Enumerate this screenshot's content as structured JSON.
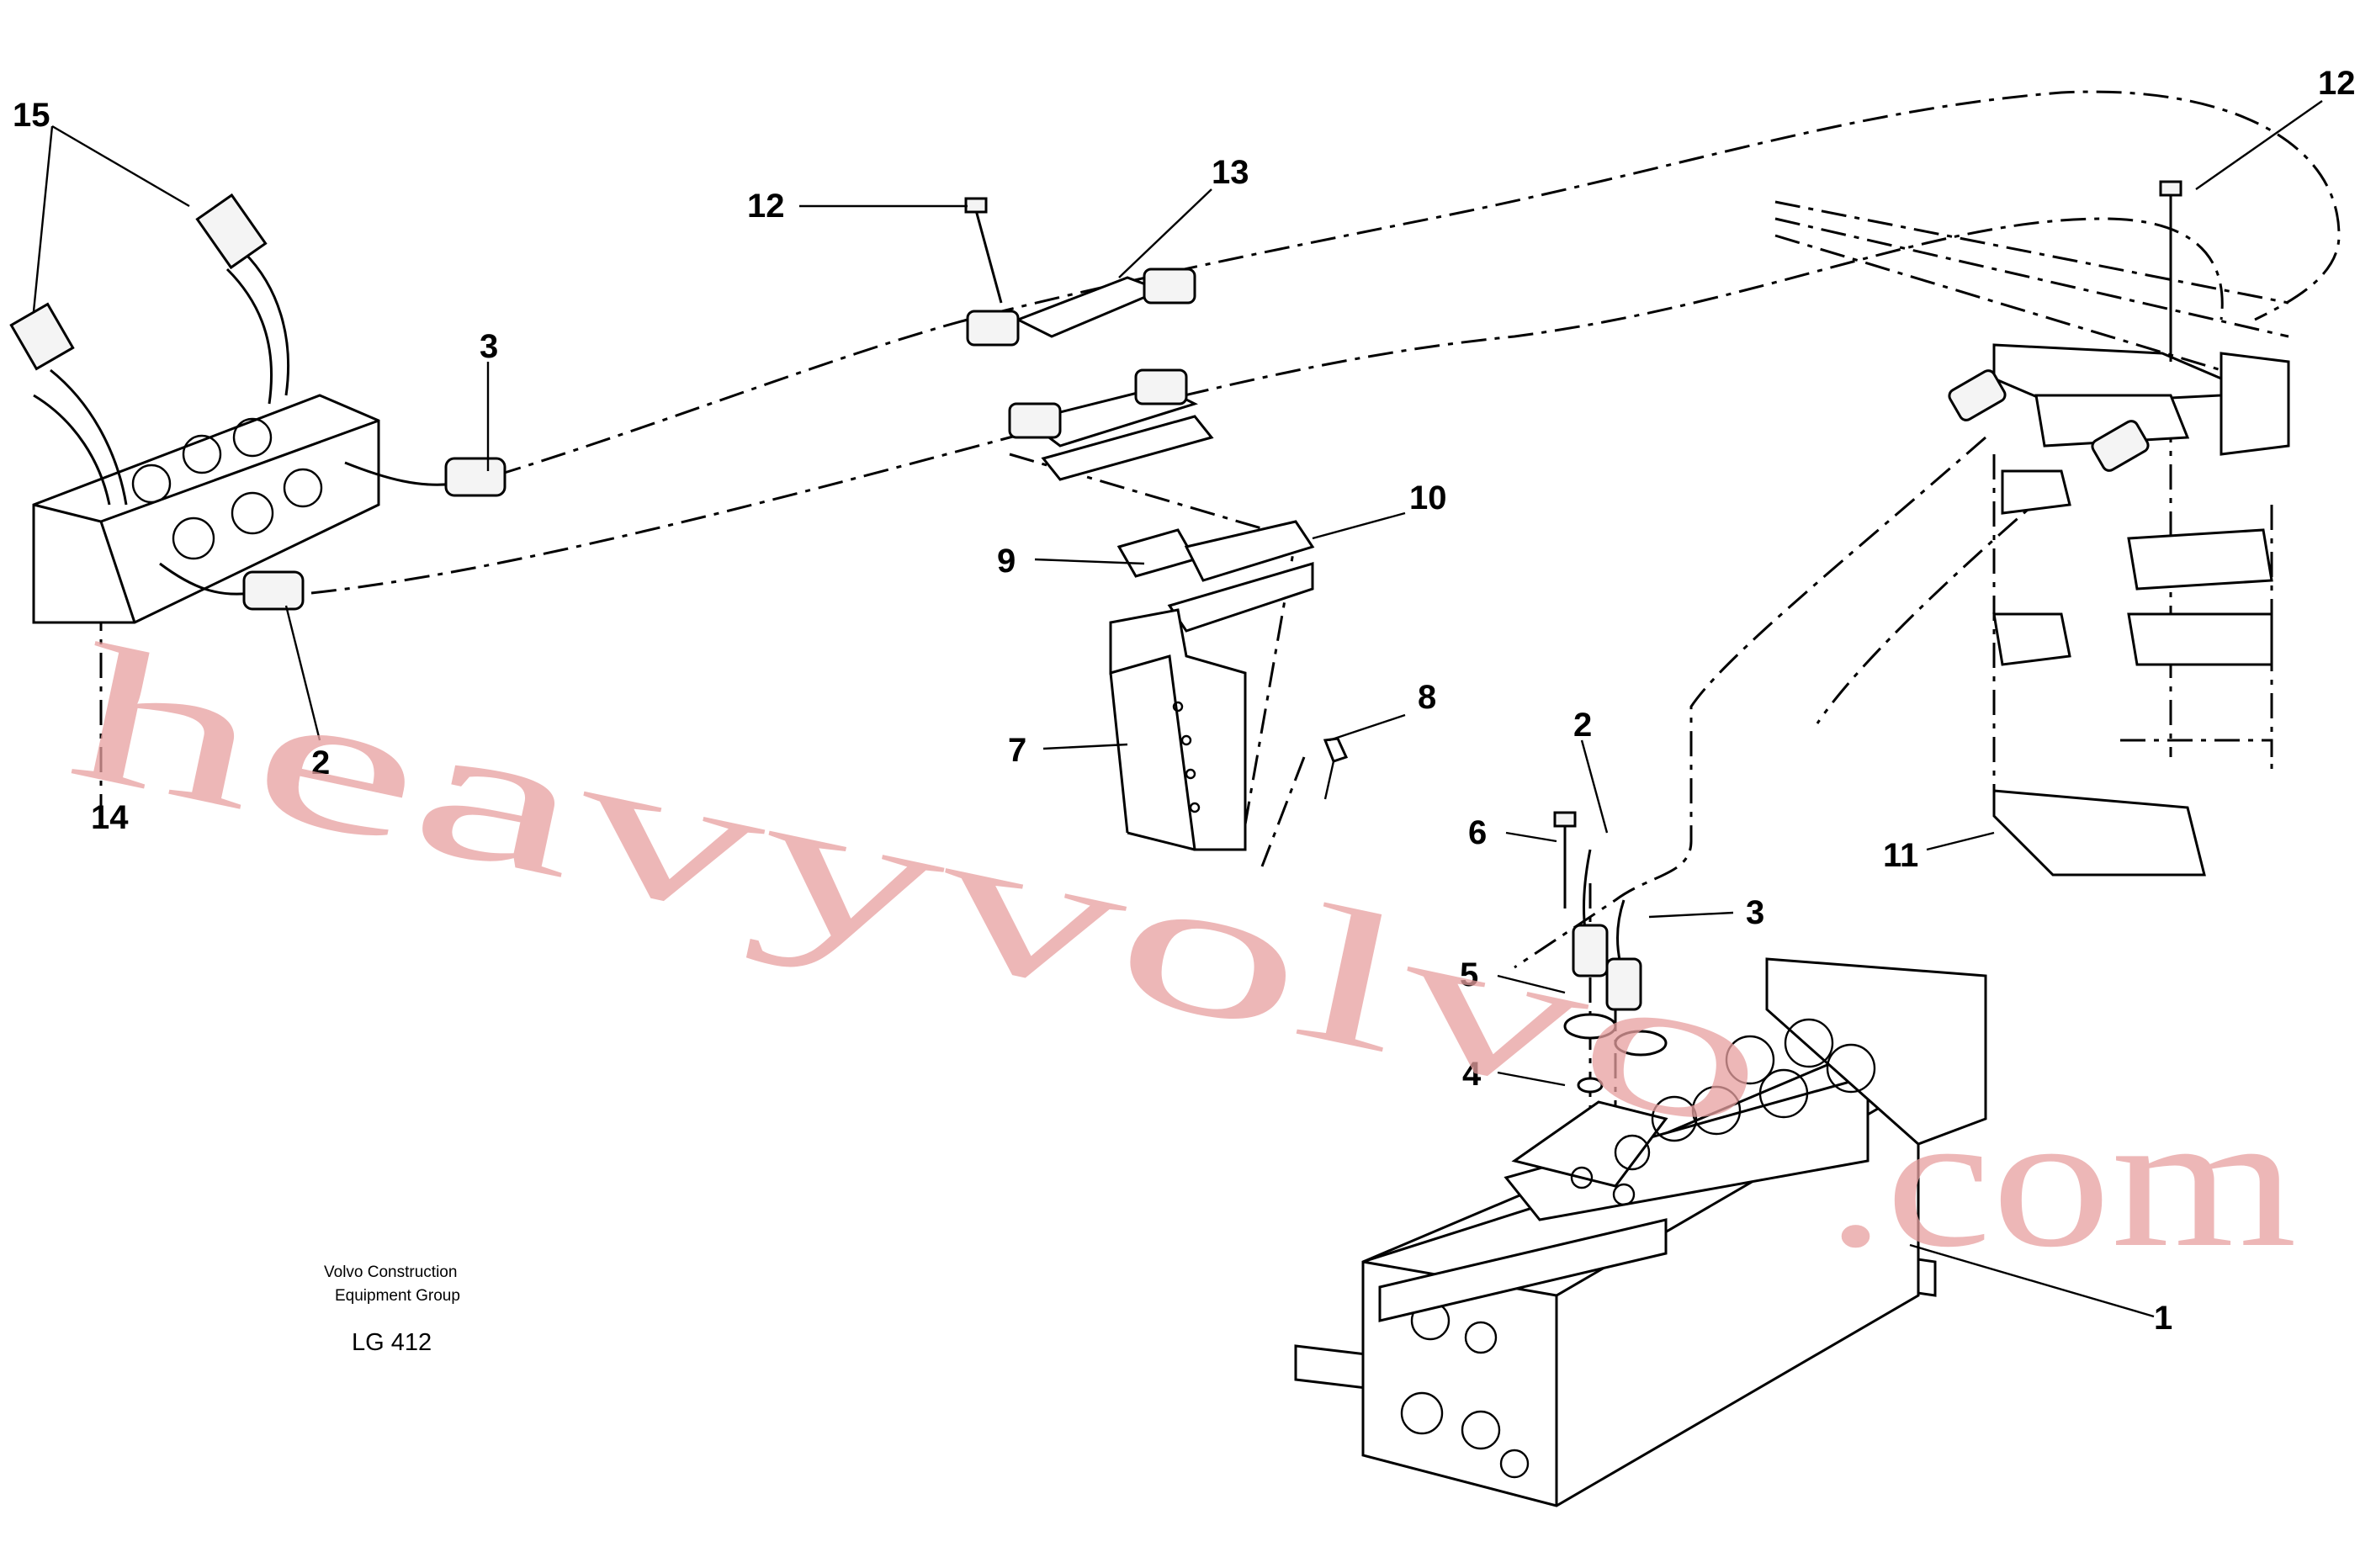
{
  "callouts": {
    "c15": "15",
    "c12_top": "12",
    "c13": "13",
    "c12_right": "12",
    "c3_left": "3",
    "c10": "10",
    "c9": "9",
    "c2_left": "2",
    "c14": "14",
    "c8": "8",
    "c7": "7",
    "c2_mid": "2",
    "c6": "6",
    "c11": "11",
    "c3_right": "3",
    "c5": "5",
    "c4": "4",
    "c1": "1"
  },
  "footer": {
    "company_line1": "Volvo Construction",
    "company_line2": "Equipment Group",
    "code": "LG 412"
  },
  "watermark": {
    "main": "heavyvolvo",
    "suffix": ".com"
  }
}
